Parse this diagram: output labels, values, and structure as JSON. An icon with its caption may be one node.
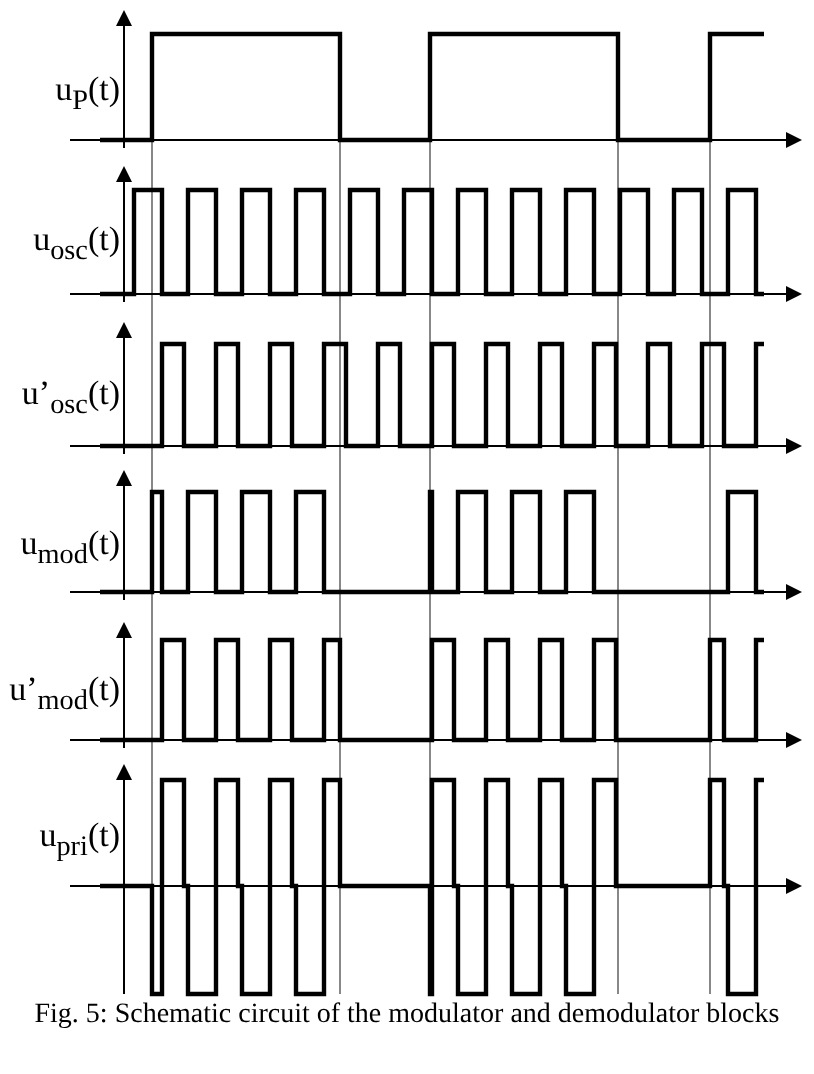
{
  "diagram": {
    "caption": "Fig. 5: Schematic circuit of the modulator and demodulator blocks",
    "labels": [
      "u$_{P}$(t)",
      "u$_{osc}$(t)",
      "u’$_{osc}$(t)",
      "u$_{mod}$(t)",
      "u’$_{mod}$(t)",
      "u$_{pri}$(t)"
    ]
  }
}
